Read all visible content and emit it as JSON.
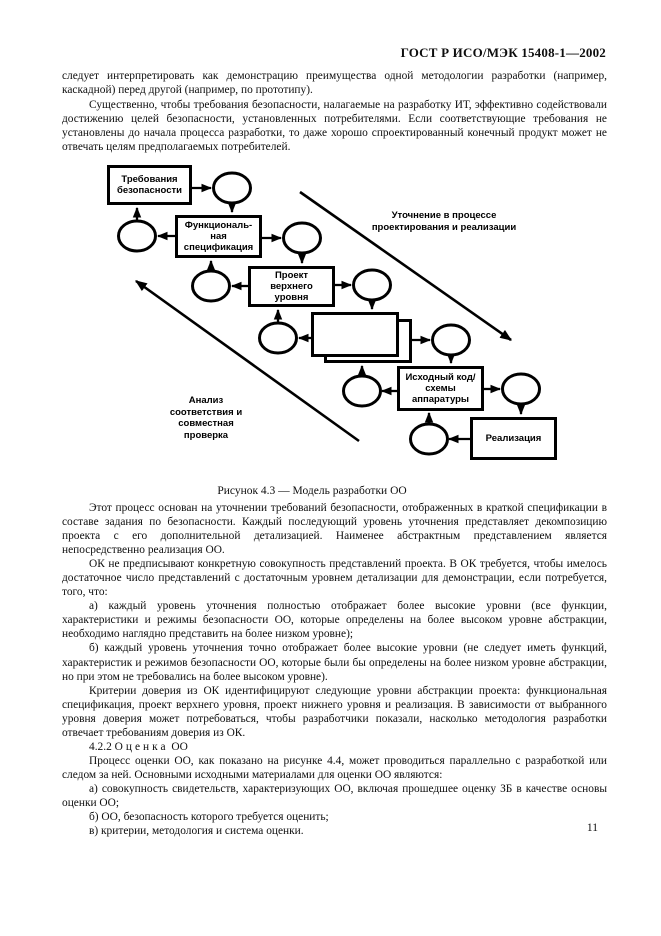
{
  "header": {
    "standard_number": "ГОСТ Р ИСО/МЭК 15408-1—2002"
  },
  "paragraphs": {
    "p1": "следует интерпретировать как демонстрацию преимущества одной методологии разработки (например, каскадной) перед другой (например, по прототипу).",
    "p2": "Существенно, чтобы требования безопасности, налагаемые на разработку ИТ, эффективно содействовали достижению целей безопасности, установленных потребителями. Если соответствующие требования не установлены до начала процесса разработки, то даже хорошо спроектированный конечный продукт может не отвечать целям предполагаемых потребителей.",
    "p3": "Этот процесс основан на уточнении требований безопасности, отображенных в краткой спецификации в составе задания по безопасности. Каждый последующий уровень уточнения представляет декомпозицию проекта с его дополнительной детализацией. Наименее абстрактным представлением является непосредственно реализация ОО.",
    "p4": "ОК не предписывают конкретную совокупность представлений проекта. В ОК требуется, чтобы имелось достаточное число представлений с достаточным уровнем детализации для демонстрации, если потребуется, того, что:",
    "p5": "а) каждый уровень уточнения полностью отображает более высокие уровни (все функции, характеристики и режимы безопасности ОО, которые определены на более высоком уровне абстракции, необходимо наглядно представить на более низком уровне);",
    "p6": "б) каждый уровень уточнения точно отображает более высокие уровни (не следует иметь функций, характеристик и режимов безопасности ОО, которые были бы определены на более низком уровне абстракции, но при этом не требовались на более высоком уровне).",
    "p7": "Критерии доверия из ОК идентифицируют следующие уровни абстракции проекта: функциональная спецификация, проект верхнего уровня, проект нижнего уровня и реализация. В зависимости от выбранного уровня доверия может потребоваться, чтобы разработчики показали, насколько методология разработки отвечает требованиям доверия из ОК.",
    "p9": "Процесс оценки ОО, как показано на рисунке 4.4, может проводиться параллельно с разработкой или следом за ней. Основными исходными материалами для оценки ОО являются:",
    "p10": "а) совокупность свидетельств, характеризующих ОО, включая прошедшее оценку ЗБ в качестве основы оценки ОО;",
    "p11": "б) ОО, безопасность которого требуется оценить;",
    "p12": "в) критерии, методология и система оценки."
  },
  "section_heading": {
    "number": "4.2.2",
    "title": "Оценка",
    "object": "ОО"
  },
  "figure": {
    "caption": "Рисунок 4.3 — Модель разработки ОО",
    "boxes": {
      "requirements": "Требования\nбезопасности",
      "functional_spec": "Функциональ-\nная\nспецификация",
      "high_level_design": "Проект\nверхнего\nуровня",
      "source_code": "Исходный код/\nсхемы\nаппаратуры",
      "implementation": "Реализация"
    },
    "annotations": {
      "refinement": "Уточнение в процессе\nпроектирования и реализации",
      "analysis": "Анализ\nсоответствия и\nсовместная проверка"
    }
  },
  "footer": {
    "page_number": "11"
  }
}
